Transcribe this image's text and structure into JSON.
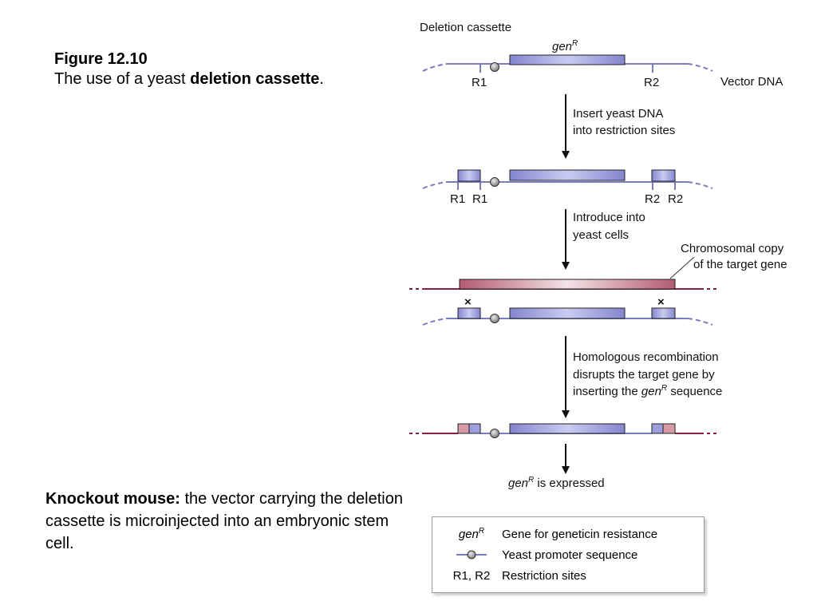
{
  "caption": {
    "figure_label": "Figure 12.10",
    "text_before": "The use of a yeast ",
    "text_bold": "deletion cassette",
    "text_after": "."
  },
  "knockout": {
    "bold": "Knockout mouse:",
    "text": "  the vector carrying the deletion cassette is microinjected into an embryonic stem cell."
  },
  "diagram": {
    "title": "Deletion cassette",
    "gene_name": "gen",
    "gene_superscript": "R",
    "vector_label": "Vector DNA",
    "r1": "R1",
    "r2": "R2",
    "step1_line1": "Insert yeast DNA",
    "step1_line2": "into restriction sites",
    "step2_line1": "Introduce into",
    "step2_line2": "yeast cells",
    "chromosome_line1": "Chromosomal copy",
    "chromosome_line2": "of the target gene",
    "cross_mark": "×",
    "step3_line1": "Homologous recombination",
    "step3_line2": "disrupts the target gene by",
    "step3_line3_before": "inserting the ",
    "step3_line3_after": " sequence",
    "expressed_after": " is expressed"
  },
  "legend": {
    "gene_key": "gen",
    "gene_key_sup": "R",
    "gene_desc": "Gene for geneticin resistance",
    "promoter_desc": "Yeast promoter sequence",
    "sites_key": "R1, R2",
    "sites_desc": "Restriction sites"
  },
  "colors": {
    "vector_line": "#7b7bbf",
    "gene_box": "#9d9fdc",
    "chromosome": "#8a1c45",
    "chromosome_box": "#c97a8e"
  }
}
